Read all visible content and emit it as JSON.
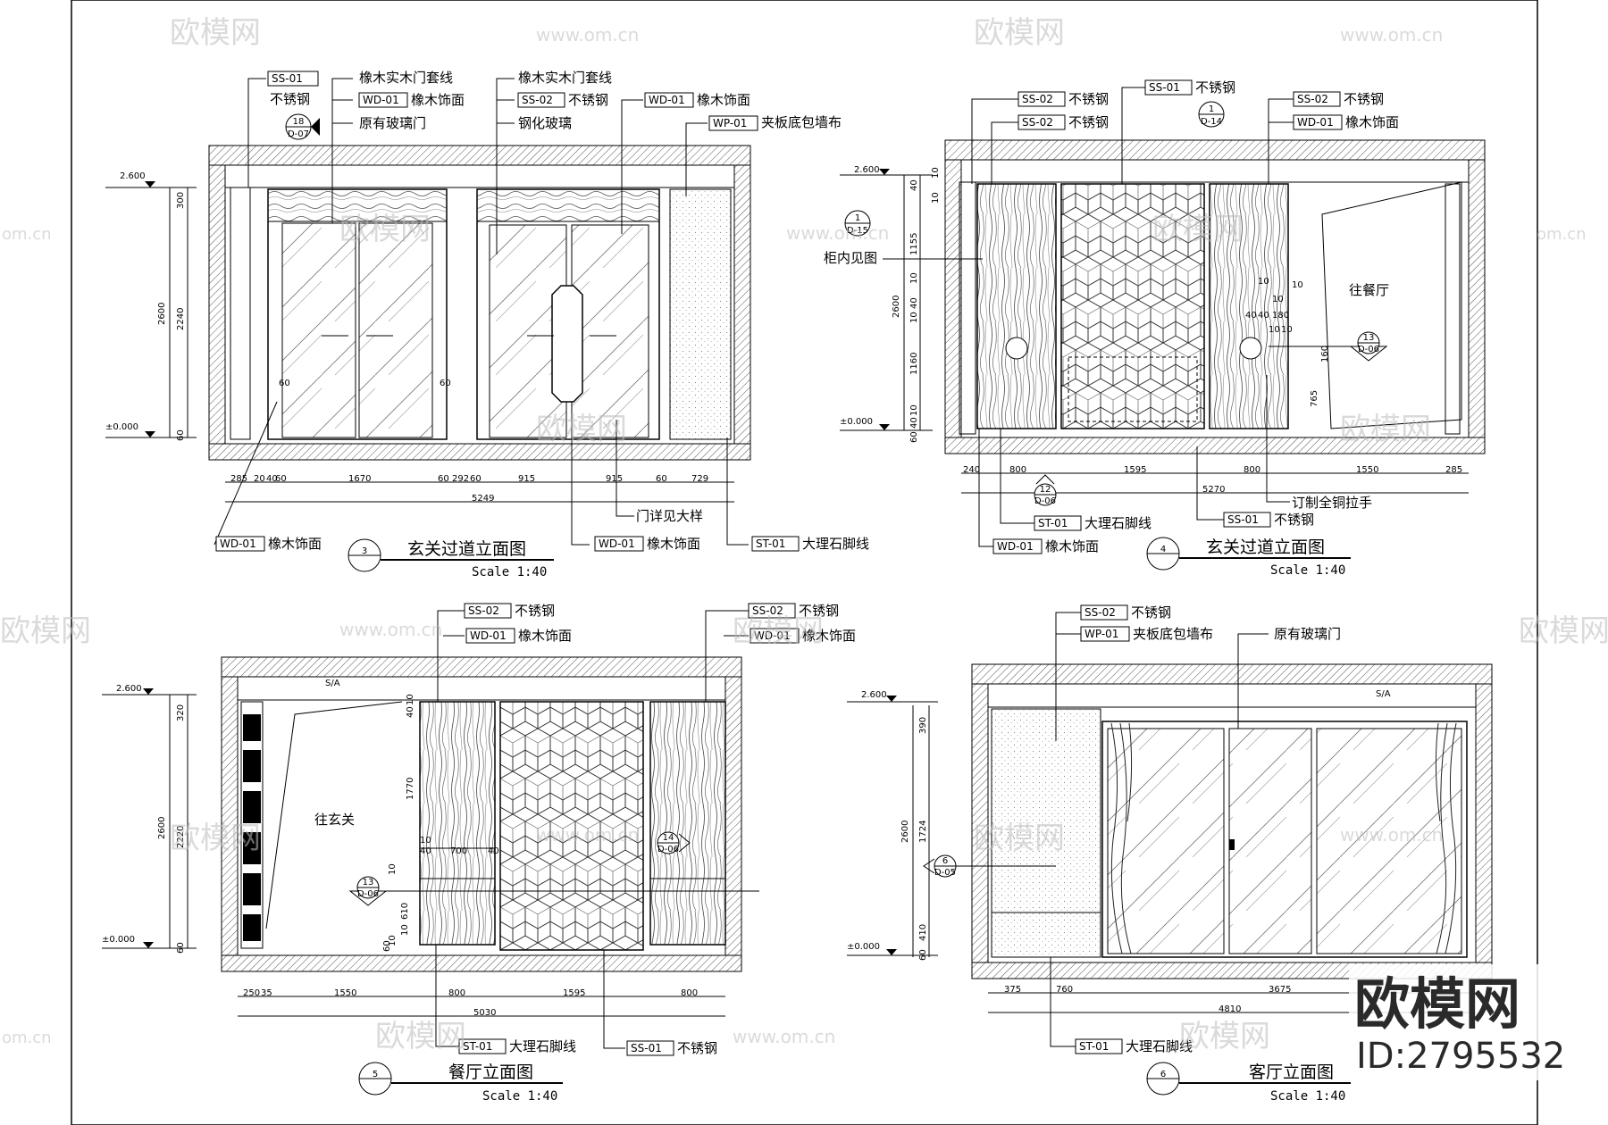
{
  "watermark": {
    "brand": "欧模网",
    "url": "www.om.cn",
    "url_short": "om.cn"
  },
  "brand": {
    "logo": "欧模网",
    "id": "ID:2795532"
  },
  "views": {
    "v3": {
      "number": "3",
      "title": "玄关过道立面图",
      "scale": "Scale 1:40",
      "levels": [
        "2.600",
        "±0.000"
      ],
      "vdims": [
        "300",
        "2600",
        "2240",
        "60",
        "60",
        "60"
      ],
      "hdims": [
        "285",
        "20",
        "40",
        "60",
        "1670",
        "60",
        "292",
        "60",
        "915",
        "915",
        "60",
        "729"
      ],
      "total": "5249",
      "symbol": {
        "num": "18",
        "ref": "D-07"
      },
      "tags": [
        {
          "code": "SS-01",
          "text": "不锈钢"
        },
        {
          "code": "",
          "text": "橡木实木门套线"
        },
        {
          "code": "WD-01",
          "text": "橡木饰面"
        },
        {
          "code": "",
          "text": "原有玻璃门"
        },
        {
          "code": "",
          "text": "橡木实木门套线"
        },
        {
          "code": "SS-02",
          "text": "不锈钢"
        },
        {
          "code": "WD-01",
          "text": "橡木饰面"
        },
        {
          "code": "",
          "text": "钢化玻璃"
        },
        {
          "code": "WP-01",
          "text": "夹板底包墙布"
        },
        {
          "code": "WD-01",
          "text": "橡木饰面"
        },
        {
          "code": "WD-01",
          "text": "橡木饰面"
        },
        {
          "code": "",
          "text": "门详见大样"
        },
        {
          "code": "ST-01",
          "text": "大理石脚线"
        }
      ]
    },
    "v4": {
      "number": "4",
      "title": "玄关过道立面图",
      "scale": "Scale 1:40",
      "levels": [
        "2.600",
        "±0.000"
      ],
      "vdims": [
        "10",
        "40",
        "10",
        "1155",
        "10",
        "40",
        "10",
        "2600",
        "1160",
        "10",
        "40",
        "60",
        "10",
        "40",
        "10",
        "10",
        "10",
        "40",
        "180",
        "10",
        "160",
        "765"
      ],
      "hdims": [
        "240",
        "800",
        "1595",
        "800",
        "1550",
        "285"
      ],
      "total": "5270",
      "symbols": [
        {
          "num": "1",
          "ref": "D-14"
        },
        {
          "num": "1",
          "ref": "D-15"
        },
        {
          "num": "13",
          "ref": "D-06"
        },
        {
          "num": "12",
          "ref": "D-06"
        }
      ],
      "notes": [
        "柜内见图",
        "往餐厅"
      ],
      "tags": [
        {
          "code": "SS-01",
          "text": "不锈钢"
        },
        {
          "code": "SS-02",
          "text": "不锈钢"
        },
        {
          "code": "SS-02",
          "text": "不锈钢"
        },
        {
          "code": "SS-02",
          "text": "不锈钢"
        },
        {
          "code": "WD-01",
          "text": "橡木饰面"
        },
        {
          "code": "",
          "text": "订制全铜拉手"
        },
        {
          "code": "ST-01",
          "text": "大理石脚线"
        },
        {
          "code": "SS-01",
          "text": "不锈钢"
        },
        {
          "code": "WD-01",
          "text": "橡木饰面"
        }
      ]
    },
    "v5": {
      "number": "5",
      "title": "餐厅立面图",
      "scale": "Scale 1:40",
      "levels": [
        "2.600",
        "±0.000"
      ],
      "vdims": [
        "320",
        "2600",
        "2220",
        "60",
        "10",
        "40",
        "1770",
        "10",
        "40",
        "700",
        "40",
        "10",
        "610",
        "10",
        "10",
        "60"
      ],
      "hdims": [
        "250",
        "35",
        "1550",
        "800",
        "1595",
        "800"
      ],
      "total": "5030",
      "symbols": [
        {
          "num": "13",
          "ref": "D-06"
        },
        {
          "num": "14",
          "ref": "D-06"
        }
      ],
      "notes": [
        "往玄关",
        "S/A"
      ],
      "tags": [
        {
          "code": "SS-02",
          "text": "不锈钢"
        },
        {
          "code": "WD-01",
          "text": "橡木饰面"
        },
        {
          "code": "SS-02",
          "text": "不锈钢"
        },
        {
          "code": "WD-01",
          "text": "橡木饰面"
        },
        {
          "code": "ST-01",
          "text": "大理石脚线"
        },
        {
          "code": "SS-01",
          "text": "不锈钢"
        }
      ]
    },
    "v6": {
      "number": "6",
      "title": "客厅立面图",
      "scale": "Scale 1:40",
      "levels": [
        "2.600",
        "±0.000"
      ],
      "vdims": [
        "390",
        "2600",
        "1724",
        "410",
        "60"
      ],
      "hdims": [
        "375",
        "760",
        "3675"
      ],
      "total": "4810",
      "symbols": [
        {
          "num": "6",
          "ref": "D-05"
        }
      ],
      "notes": [
        "S/A"
      ],
      "tags": [
        {
          "code": "SS-02",
          "text": "不锈钢"
        },
        {
          "code": "WP-01",
          "text": "夹板底包墙布"
        },
        {
          "code": "",
          "text": "原有玻璃门"
        },
        {
          "code": "ST-01",
          "text": "大理石脚线"
        }
      ]
    }
  }
}
